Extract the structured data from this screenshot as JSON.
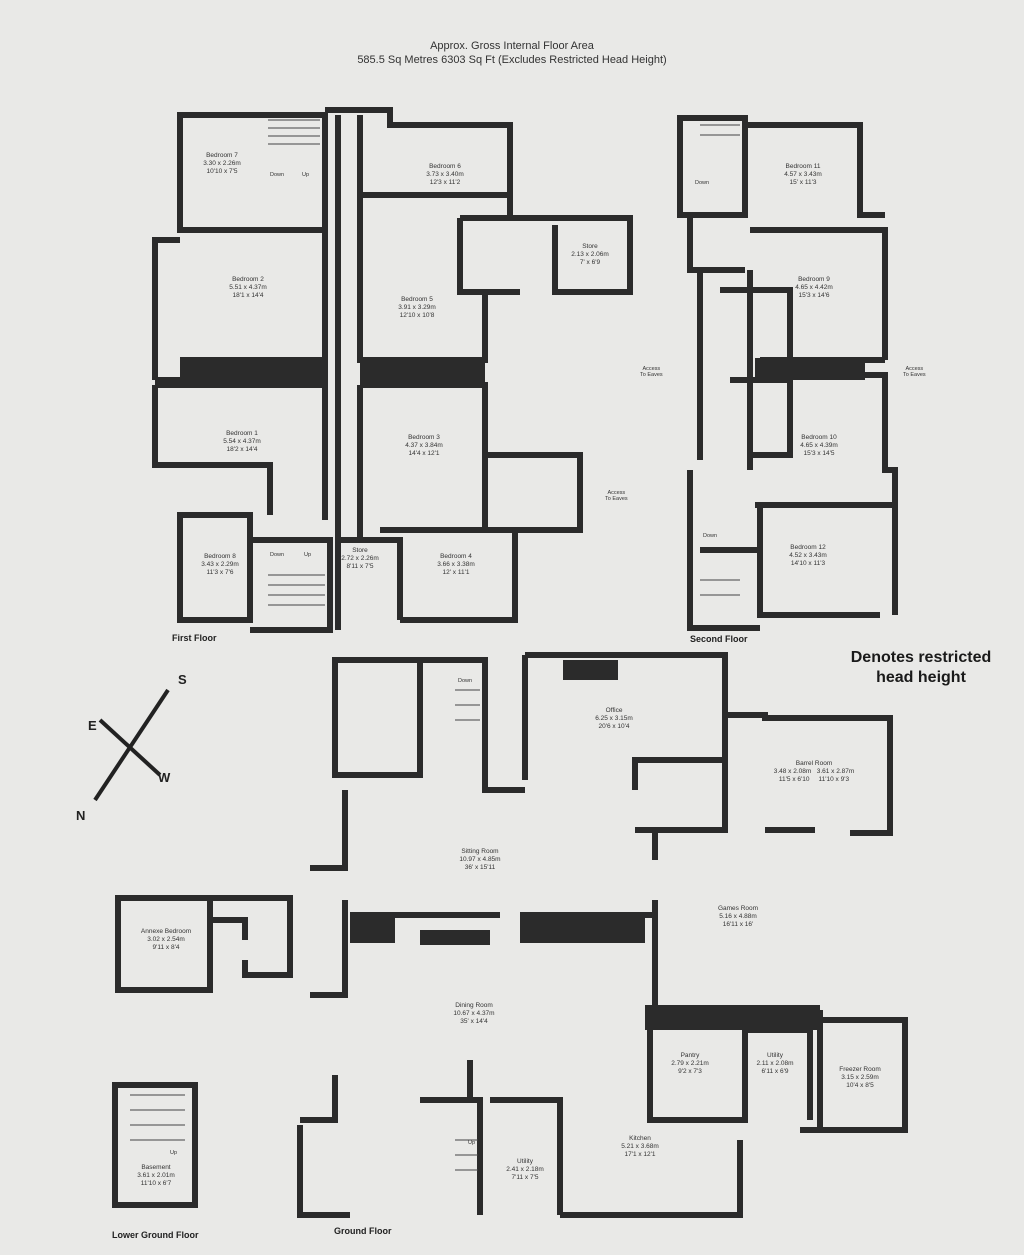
{
  "header": {
    "title": "Approx. Gross Internal Floor Area",
    "subtitle": "585.5 Sq Metres 6303 Sq Ft (Excludes Restricted Head Height)"
  },
  "legend_note": {
    "line1": "Denotes restricted",
    "line2": "head height"
  },
  "floors": {
    "first": "First Floor",
    "second": "Second Floor",
    "ground": "Ground Floor",
    "lower_ground": "Lower Ground Floor"
  },
  "compass": {
    "s": "S",
    "e": "E",
    "w": "W",
    "n": "N"
  },
  "rooms": {
    "bedroom7": {
      "name": "Bedroom 7",
      "metric": "3.30 x 2.26m",
      "imperial": "10'10 x 7'5"
    },
    "bedroom6": {
      "name": "Bedroom 6",
      "metric": "3.73 x 3.40m",
      "imperial": "12'3 x 11'2"
    },
    "store_ff": {
      "name": "Store",
      "metric": "2.13 x 2.06m",
      "imperial": "7' x 6'9"
    },
    "bedroom2": {
      "name": "Bedroom 2",
      "metric": "5.51 x 4.37m",
      "imperial": "18'1 x 14'4"
    },
    "bedroom5": {
      "name": "Bedroom 5",
      "metric": "3.91 x 3.29m",
      "imperial": "12'10 x 10'8"
    },
    "bedroom1": {
      "name": "Bedroom 1",
      "metric": "5.54 x 4.37m",
      "imperial": "18'2 x 14'4"
    },
    "bedroom3": {
      "name": "Bedroom 3",
      "metric": "4.37 x 3.84m",
      "imperial": "14'4 x 12'1"
    },
    "bedroom8": {
      "name": "Bedroom 8",
      "metric": "3.43 x 2.29m",
      "imperial": "11'3 x 7'6"
    },
    "store2": {
      "name": "Store",
      "metric": "2.72 x 2.26m",
      "imperial": "8'11 x 7'5"
    },
    "bedroom4": {
      "name": "Bedroom 4",
      "metric": "3.66 x 3.38m",
      "imperial": "12' x 11'1"
    },
    "bedroom11": {
      "name": "Bedroom 11",
      "metric": "4.57 x 3.43m",
      "imperial": "15' x 11'3"
    },
    "bedroom9": {
      "name": "Bedroom 9",
      "metric": "4.65 x 4.42m",
      "imperial": "15'3 x 14'6"
    },
    "bedroom10": {
      "name": "Bedroom 10",
      "metric": "4.65 x 4.39m",
      "imperial": "15'3 x 14'5"
    },
    "bedroom12": {
      "name": "Bedroom 12",
      "metric": "4.52 x 3.43m",
      "imperial": "14'10 x 11'3"
    },
    "office": {
      "name": "Office",
      "metric": "6.25 x 3.15m",
      "imperial": "20'6 x 10'4"
    },
    "barrel": {
      "name": "Barrel Room",
      "metric": "3.48 x 2.08m",
      "imperial": "11'5 x 6'10",
      "metric2": "3.61 x 2.87m",
      "imperial2": "11'10 x 9'3"
    },
    "sitting": {
      "name": "Sitting Room",
      "metric": "10.97 x 4.85m",
      "imperial": "36' x 15'11"
    },
    "games": {
      "name": "Games Room",
      "metric": "5.16 x 4.88m",
      "imperial": "16'11 x 16'"
    },
    "annexe": {
      "name": "Annexe Bedroom",
      "metric": "3.02 x 2.54m",
      "imperial": "9'11 x 8'4"
    },
    "dining": {
      "name": "Dining Room",
      "metric": "10.67 x 4.37m",
      "imperial": "35' x 14'4"
    },
    "pantry": {
      "name": "Pantry",
      "metric": "2.79 x 2.21m",
      "imperial": "9'2 x 7'3"
    },
    "utility1": {
      "name": "Utility",
      "metric": "2.11 x 2.08m",
      "imperial": "6'11 x 6'9"
    },
    "freezer": {
      "name": "Freezer Room",
      "metric": "3.15 x 2.59m",
      "imperial": "10'4 x 8'5"
    },
    "utility2": {
      "name": "Utility",
      "metric": "2.41 x 2.18m",
      "imperial": "7'11 x 7'5"
    },
    "kitchen": {
      "name": "Kitchen",
      "metric": "5.21 x 3.68m",
      "imperial": "17'1 x 12'1"
    },
    "basement": {
      "name": "Basement",
      "metric": "3.61 x 2.01m",
      "imperial": "11'10 x 6'7"
    }
  },
  "small_labels": {
    "down": "Down",
    "up": "Up",
    "access_eaves": "Access",
    "to_eaves": "To Eaves"
  }
}
